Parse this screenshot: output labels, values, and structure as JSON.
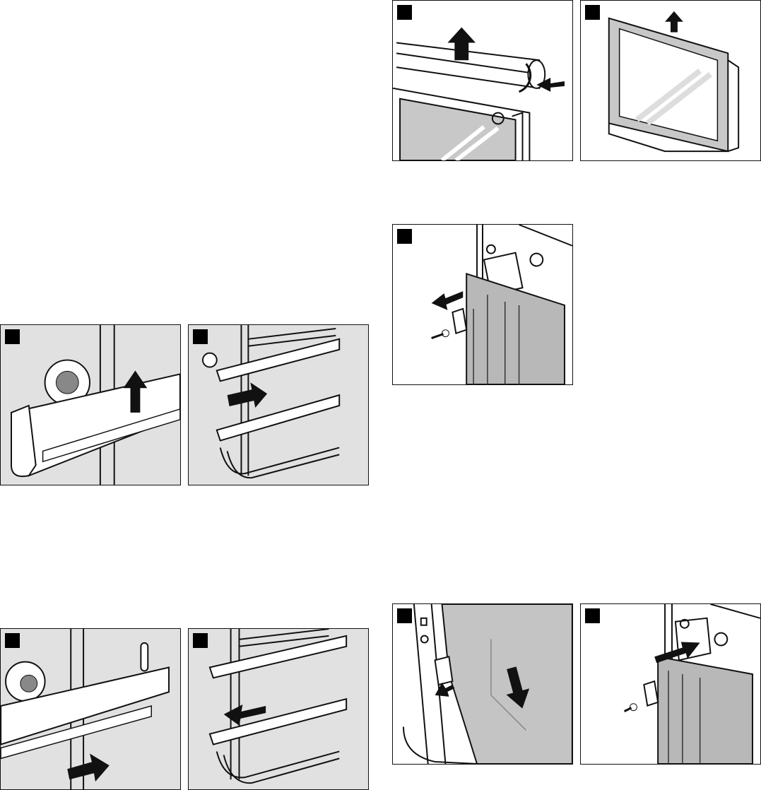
{
  "colors": {
    "panel_gray": "#e1e1e1",
    "line": "#111111",
    "glass": "#bdbdbd",
    "marker": "#000000"
  },
  "figures": [
    {
      "icon": "rail-lift-up-illustration"
    },
    {
      "icon": "shelf-rail-slide-out-illustration"
    },
    {
      "icon": "rail-slide-in-illustration"
    },
    {
      "icon": "shelf-rail-slide-back-illustration"
    },
    {
      "icon": "door-trim-remove-illustration"
    },
    {
      "icon": "door-glass-lift-out-illustration"
    },
    {
      "icon": "hinge-clip-unscrew-illustration"
    },
    {
      "icon": "door-glass-insert-illustration"
    },
    {
      "icon": "hinge-clip-refit-illustration"
    }
  ]
}
